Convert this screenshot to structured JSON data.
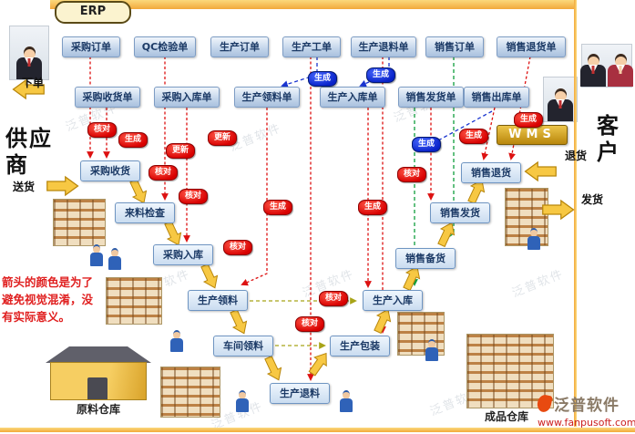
{
  "header": {
    "erp_label": "ERP",
    "wms_label": "WMS"
  },
  "supplier": {
    "title": "供应商",
    "order_label": "下单",
    "deliver_label": "送货"
  },
  "customer": {
    "title": "客户",
    "return_label": "退货",
    "ship_label": "发货"
  },
  "doc_row1": [
    "采购订单",
    "QC检验单",
    "生产订单",
    "生产工单",
    "生产退料单",
    "销售订单",
    "销售退货单"
  ],
  "doc_row2": [
    "采购收货单",
    "采购入库单",
    "生产领料单",
    "生产入库单",
    "销售发货单",
    "销售出库单"
  ],
  "flow_nodes": [
    "采购收货",
    "来料检查",
    "采购入库",
    "生产领料",
    "车间领料",
    "生产退料",
    "生产包装",
    "生产入库",
    "销售备货",
    "销售发货",
    "销售退货"
  ],
  "badges": [
    {
      "label": "核对",
      "color": "red"
    },
    {
      "label": "生成",
      "color": "red"
    },
    {
      "label": "更新",
      "color": "red"
    },
    {
      "label": "更新",
      "color": "red"
    },
    {
      "label": "核对",
      "color": "red"
    },
    {
      "label": "核对",
      "color": "red"
    },
    {
      "label": "生成",
      "color": "red"
    },
    {
      "label": "核对",
      "color": "red"
    },
    {
      "label": "核对",
      "color": "red"
    },
    {
      "label": "核对",
      "color": "red"
    },
    {
      "label": "生成",
      "color": "red"
    },
    {
      "label": "核对",
      "color": "red"
    },
    {
      "label": "生成",
      "color": "red"
    },
    {
      "label": "生成",
      "color": "red"
    },
    {
      "label": "生成",
      "color": "blue"
    },
    {
      "label": "生成",
      "color": "blue"
    },
    {
      "label": "生成",
      "color": "blue"
    }
  ],
  "note_lines": [
    "箭头的颜色是为了",
    "避免视觉混淆，没",
    "有实际意义。"
  ],
  "warehouse_labels": {
    "raw": "原料仓库",
    "finished": "成品仓库"
  },
  "footer": {
    "brand": "泛普软件",
    "url": "www.fanpusoft.com"
  },
  "watermark_text": "泛普软件",
  "colors": {
    "badge_red": "#dd1111",
    "badge_blue": "#1a35d0",
    "arrow_yellow": "#f7c843",
    "wms_gold": "#b8860b",
    "frame_orange": "#f2a93b"
  }
}
